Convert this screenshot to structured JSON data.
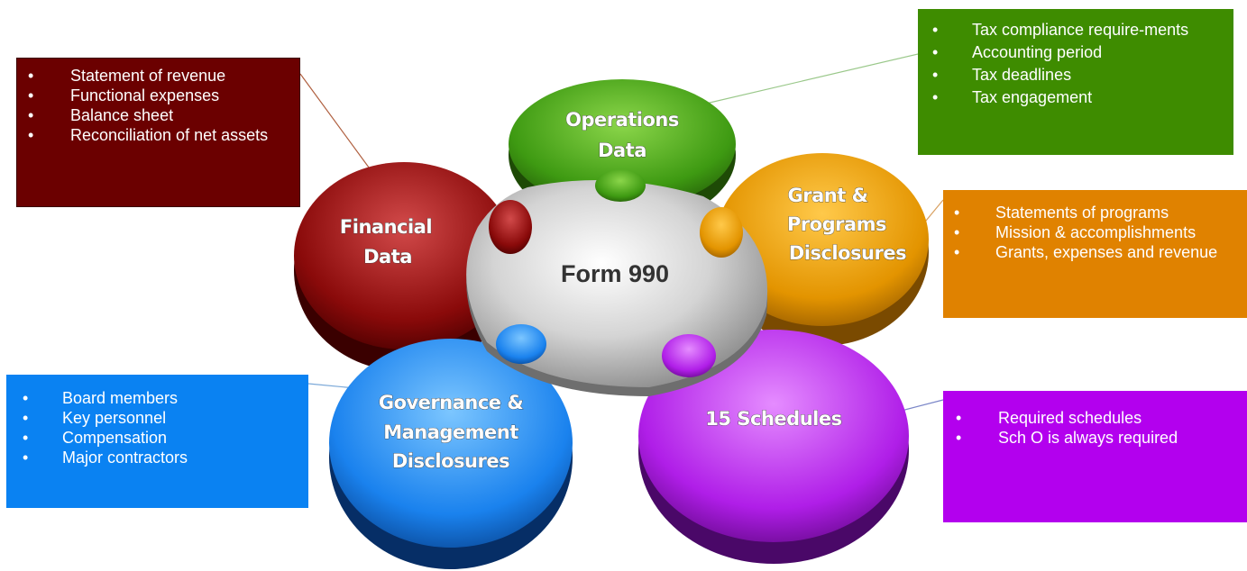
{
  "center": {
    "title": "Form 990"
  },
  "pieces": {
    "operations": {
      "lines": [
        "Operations",
        "Data"
      ],
      "color": "#3e9a12"
    },
    "grants": {
      "lines": [
        "Grant &",
        "Programs",
        "Disclosures"
      ],
      "color": "#e39400"
    },
    "schedules": {
      "lines": [
        "15 Schedules"
      ],
      "color": "#b01ee8"
    },
    "governance": {
      "lines": [
        "Governance &",
        "Management",
        "Disclosures"
      ],
      "color": "#1a82ee"
    },
    "financial": {
      "lines": [
        "Financial",
        "Data"
      ],
      "color": "#8a0a0a"
    }
  },
  "boxes": {
    "financial": {
      "color": "#6b0000",
      "items": [
        "Statement of revenue",
        "Functional expenses",
        "Balance sheet",
        "Reconciliation of net assets"
      ]
    },
    "operations": {
      "color": "#3e8c00",
      "items": [
        "Tax compliance require-ments",
        "Accounting period",
        "Tax deadlines",
        "Tax engagement"
      ]
    },
    "grants": {
      "color": "#e08200",
      "items": [
        "Statements of programs",
        "Mission & accomplishments",
        "Grants, expenses and revenue"
      ]
    },
    "governance": {
      "color": "#0a82f2",
      "items": [
        "Board members",
        "Key personnel",
        "Compensation",
        "Major contractors"
      ]
    },
    "schedules": {
      "color": "#b300ee",
      "items": [
        "Required schedules",
        "Sch O is always required"
      ]
    }
  },
  "bullet": "•"
}
